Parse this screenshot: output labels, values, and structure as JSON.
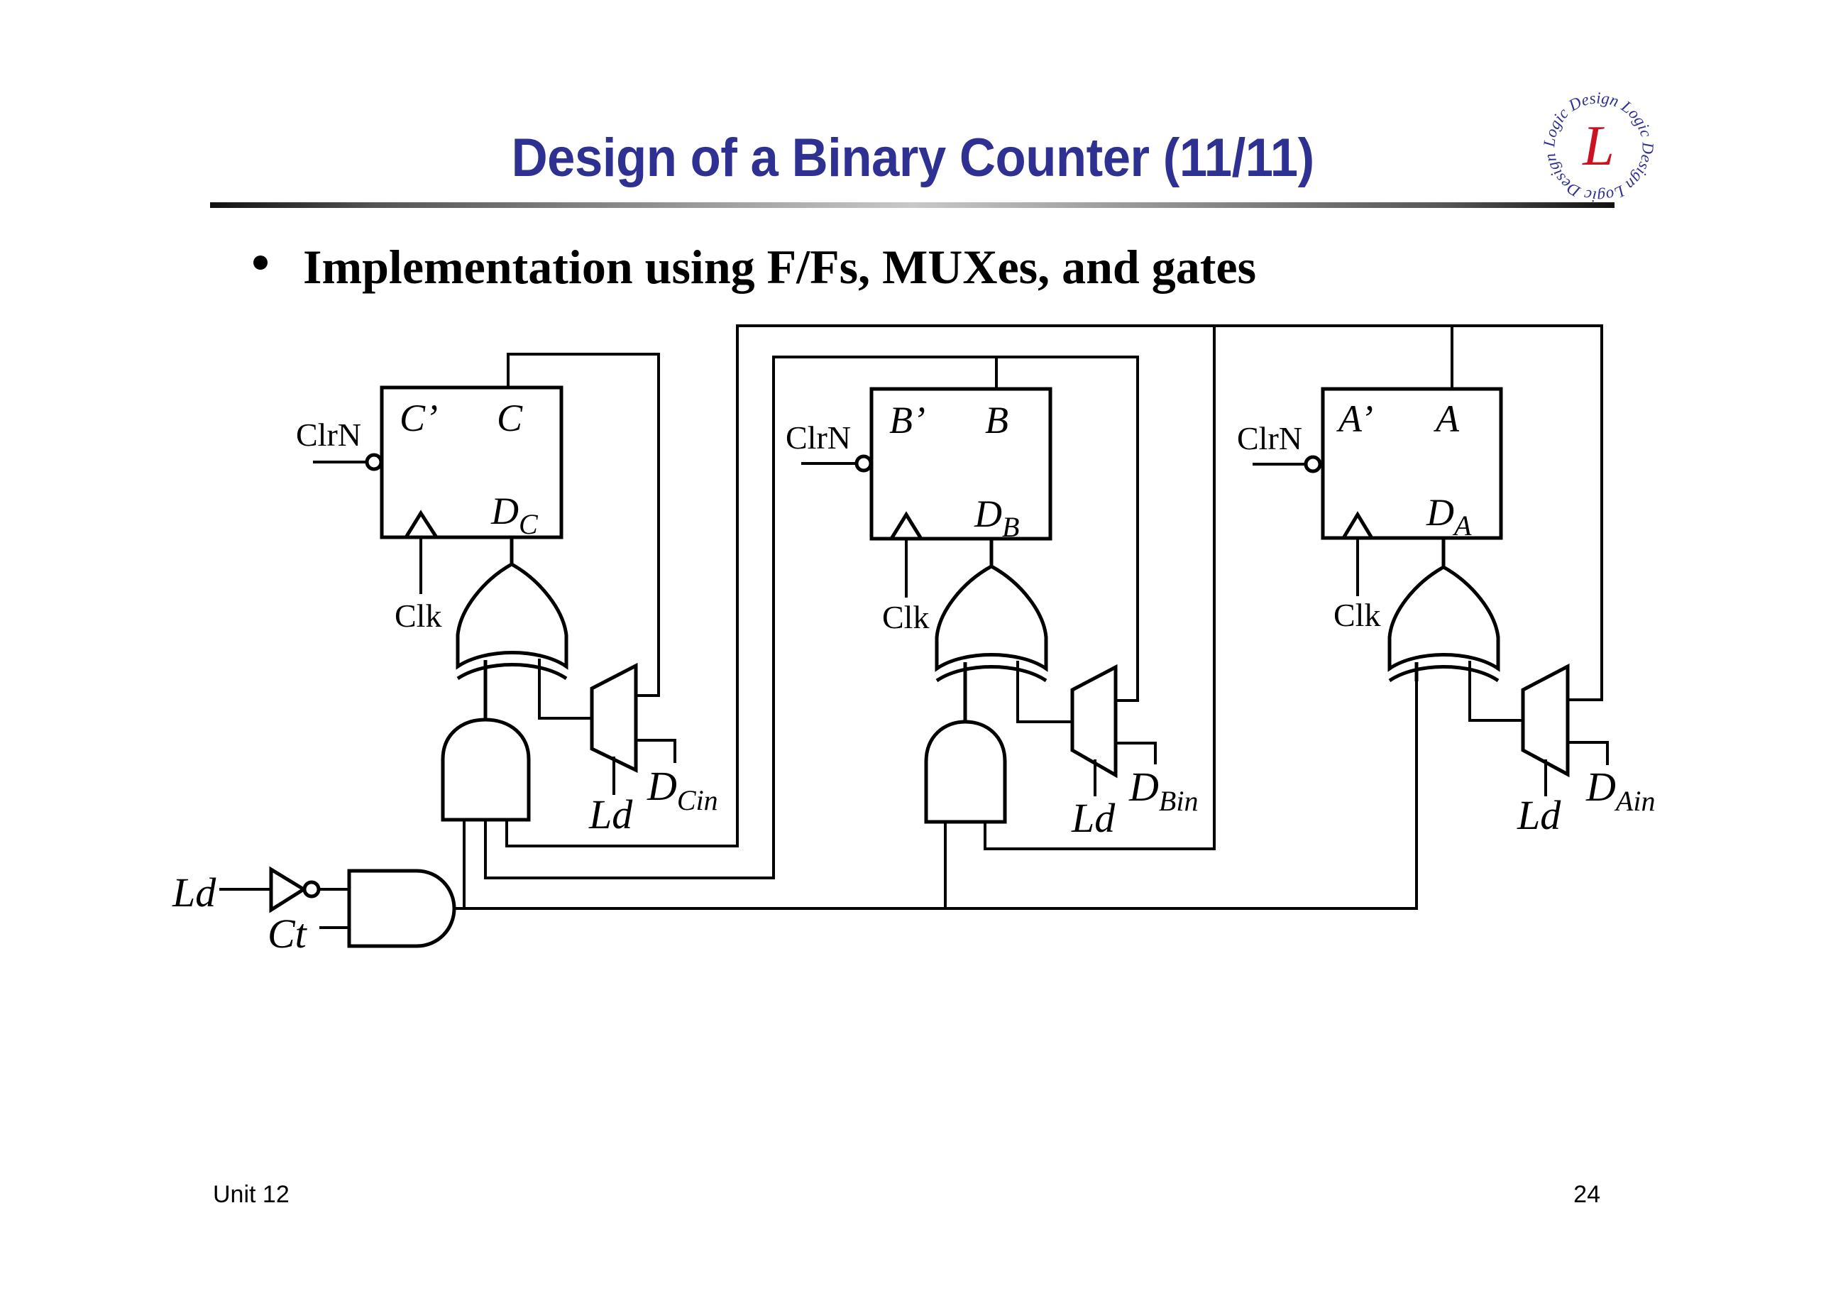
{
  "slide": {
    "title": "Design of a Binary Counter (11/11)",
    "bullet": "Implementation using F/Fs, MUXes, and gates",
    "footer_left": "Unit 12",
    "page_number": "24",
    "title_color": "#2e3192"
  },
  "logo": {
    "ring_text": "Logic Design Logic Design Logic Design",
    "monogram": "L",
    "ring_color": "#2e3192",
    "monogram_color": "#cc1122"
  },
  "circuit": {
    "flipflops": [
      {
        "id": "C",
        "q_label": "C",
        "qn_label": "C’",
        "d_label": "D",
        "d_sub": "C",
        "clr_label": "ClrN",
        "clk_label": "Clk"
      },
      {
        "id": "B",
        "q_label": "B",
        "qn_label": "B’",
        "d_label": "D",
        "d_sub": "B",
        "clr_label": "ClrN",
        "clk_label": "Clk"
      },
      {
        "id": "A",
        "q_label": "A",
        "qn_label": "A’",
        "d_label": "D",
        "d_sub": "A",
        "clr_label": "ClrN",
        "clk_label": "Clk"
      }
    ],
    "muxes": [
      {
        "select_label": "Ld",
        "input_label": "D",
        "input_sub": "Cin"
      },
      {
        "select_label": "Ld",
        "input_label": "D",
        "input_sub": "Bin"
      },
      {
        "select_label": "Ld",
        "input_label": "D",
        "input_sub": "Ain"
      }
    ],
    "control": {
      "ld_label": "Ld",
      "ct_label": "Ct"
    }
  }
}
